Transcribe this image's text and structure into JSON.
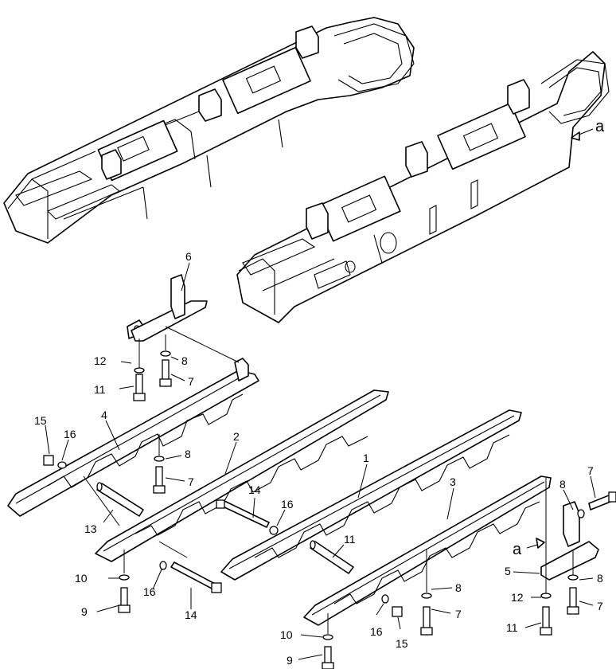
{
  "callouts": [
    {
      "id": "c6",
      "label": "6"
    },
    {
      "id": "c12a",
      "label": "12"
    },
    {
      "id": "c8a",
      "label": "8"
    },
    {
      "id": "c7a",
      "label": "7"
    },
    {
      "id": "c11a",
      "label": "11"
    },
    {
      "id": "c4",
      "label": "4"
    },
    {
      "id": "c15a",
      "label": "15"
    },
    {
      "id": "c16a",
      "label": "16"
    },
    {
      "id": "c8b",
      "label": "8"
    },
    {
      "id": "c2",
      "label": "2"
    },
    {
      "id": "c7b",
      "label": "7"
    },
    {
      "id": "c1",
      "label": "1"
    },
    {
      "id": "c13",
      "label": "13"
    },
    {
      "id": "c14a",
      "label": "14"
    },
    {
      "id": "c16b",
      "label": "16"
    },
    {
      "id": "c3",
      "label": "3"
    },
    {
      "id": "c7c",
      "label": "7"
    },
    {
      "id": "c8c",
      "label": "8"
    },
    {
      "id": "c11b",
      "label": "11"
    },
    {
      "id": "c10a",
      "label": "10"
    },
    {
      "id": "c16c",
      "label": "16"
    },
    {
      "id": "c14b",
      "label": "14"
    },
    {
      "id": "c9a",
      "label": "9"
    },
    {
      "id": "c8d",
      "label": "8"
    },
    {
      "id": "c7d",
      "label": "7"
    },
    {
      "id": "c5",
      "label": "5"
    },
    {
      "id": "c8e",
      "label": "8"
    },
    {
      "id": "c12b",
      "label": "12"
    },
    {
      "id": "c7e",
      "label": "7"
    },
    {
      "id": "c11c",
      "label": "11"
    },
    {
      "id": "c10b",
      "label": "10"
    },
    {
      "id": "c16d",
      "label": "16"
    },
    {
      "id": "c15b",
      "label": "15"
    },
    {
      "id": "c9b",
      "label": "9"
    }
  ],
  "view_markers": [
    {
      "id": "va",
      "label": "a"
    },
    {
      "id": "vb",
      "label": "a"
    }
  ]
}
